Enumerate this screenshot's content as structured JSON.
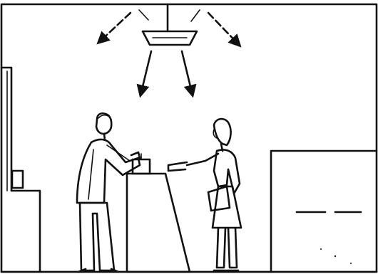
{
  "illustration": {
    "style": "black line drawing on white",
    "colors": {
      "ink": "#111111",
      "paper": "#ffffff"
    },
    "figures": [
      "man-at-counter",
      "woman-paying",
      "ceiling-lamp",
      "light-rays",
      "service-counter",
      "back-shelf",
      "side-cabinet"
    ]
  }
}
